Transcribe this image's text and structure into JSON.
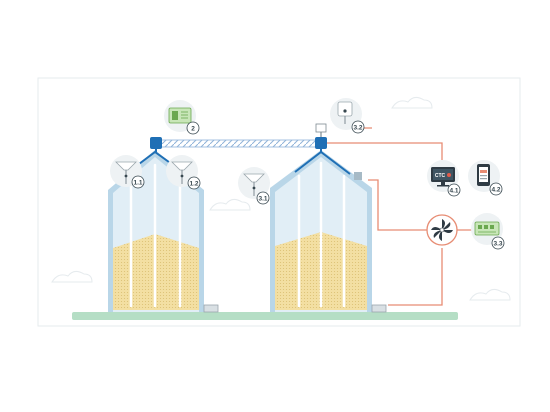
{
  "badges": {
    "b1_1": "1.1",
    "b1_2": "1.2",
    "b2": "2",
    "b3_1": "3.1",
    "b3_2": "3.2",
    "b3_3": "3.3",
    "b4_1": "4.1",
    "b4_2": "4.2"
  },
  "monitor_text": "CTC",
  "colors": {
    "grain": "#f3dfa2",
    "silo_wall": "#b9d6e8",
    "silo_fill": "#e1eef6",
    "ground": "#b5dec5",
    "cable_blue": "#1f6fb5",
    "cable_orange": "#e78c73",
    "background_lines": "#dfe6ea"
  },
  "icons": {
    "sensor": "tilde-sensor-icon",
    "controller": "controller-board-icon",
    "weather_station": "weather-station-icon",
    "monitor": "monitor-icon",
    "phone": "phone-icon",
    "fan": "fan-icon",
    "io_board": "io-board-icon"
  }
}
